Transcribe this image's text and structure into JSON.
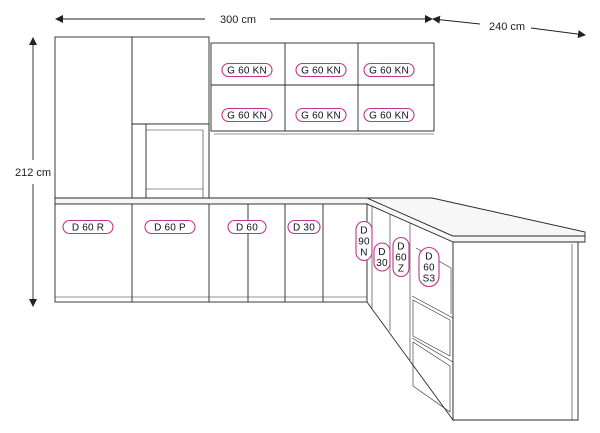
{
  "dimensions": {
    "width": "300 cm",
    "depth": "240 cm",
    "height": "212 cm"
  },
  "colors": {
    "label_outline": "#c2338a",
    "line": "#2a2a2a"
  },
  "wall_cabinets": {
    "top_row": [
      "G 60 KN",
      "G 60 KN",
      "G 60 KN"
    ],
    "bottom_row": [
      "G 60 KN",
      "G 60 KN",
      "G 60 KN"
    ]
  },
  "base_cabinets": [
    "D 60 R",
    "D 60 P",
    "D 60",
    "D 30"
  ],
  "side_cabinets": [
    [
      "D",
      "90",
      "N"
    ],
    [
      "D",
      "30"
    ],
    [
      "D",
      "60",
      "Z"
    ],
    [
      "D",
      "60",
      "S3"
    ]
  ]
}
